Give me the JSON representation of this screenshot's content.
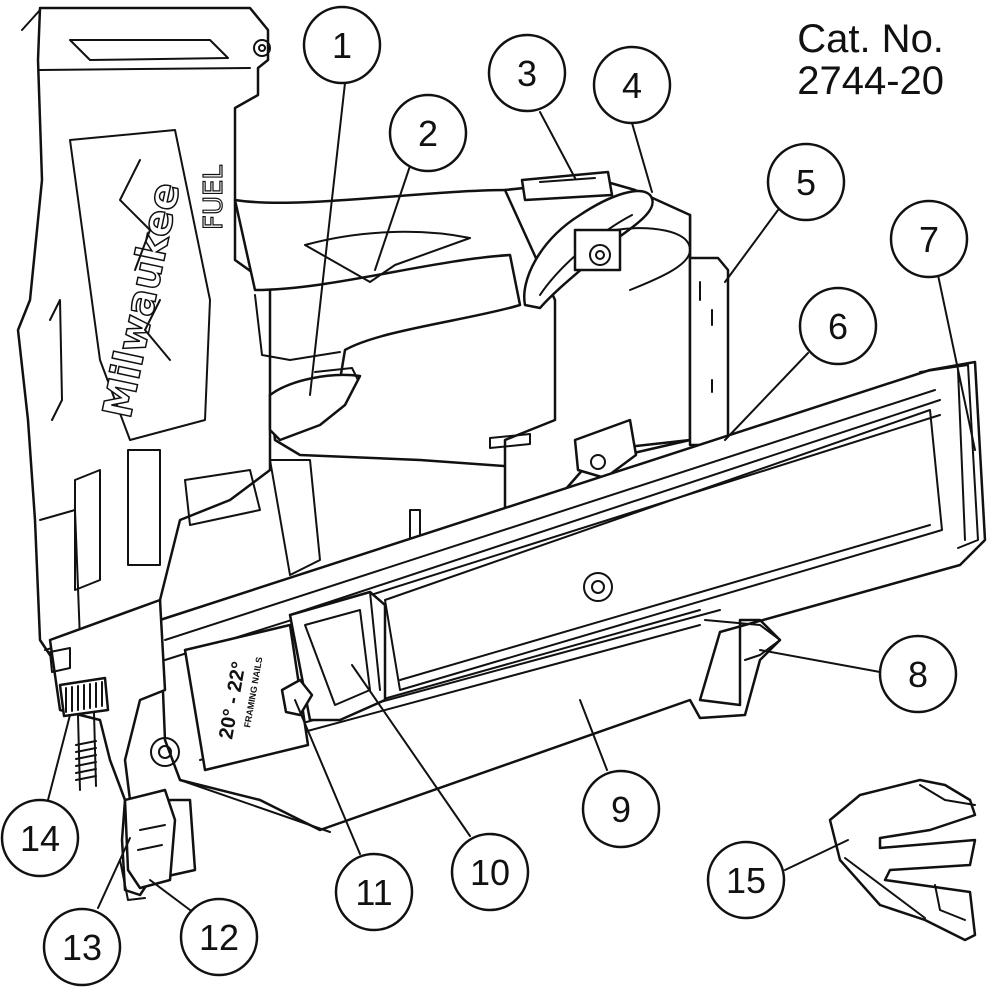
{
  "header": {
    "cat_label": "Cat. No.",
    "cat_number": "2744-20"
  },
  "tool": {
    "brand": "Milwaukee",
    "sub_brand": "FUEL",
    "magazine_label_range": "20° - 22°",
    "magazine_label_type": "FRAMING NAILS"
  },
  "callouts": [
    "1",
    "2",
    "3",
    "4",
    "5",
    "6",
    "7",
    "8",
    "9",
    "10",
    "11",
    "12",
    "13",
    "14",
    "15"
  ]
}
